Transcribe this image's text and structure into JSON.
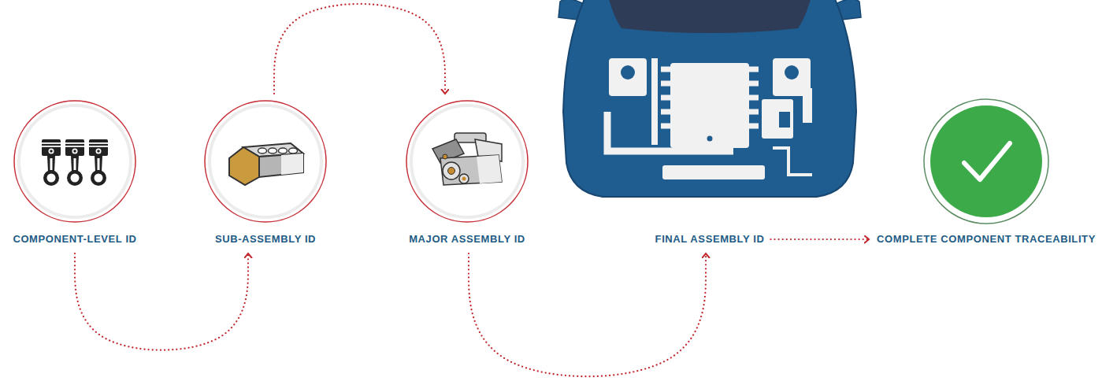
{
  "diagram": {
    "nodes": [
      {
        "text": [
          "COMPONENT-LEVEL ID"
        ]
      },
      {
        "text": [
          "SUB-ASSEMBLY ID"
        ]
      },
      {
        "text": [
          "MAJOR ASSEMBLY ID"
        ]
      },
      {
        "text": [
          "FINAL ASSEMBLY ID"
        ]
      },
      {
        "text": [
          "COMPLETE COMPONENT TRACEABILITY"
        ]
      }
    ],
    "edges": [
      {
        "from": 0,
        "to": 1,
        "arrow": "to"
      },
      {
        "from": 1,
        "to": 2,
        "arrow": "to"
      },
      {
        "from": 2,
        "to": 3,
        "arrow": "to"
      },
      {
        "from": 3,
        "to": 4,
        "arrow": "to"
      }
    ]
  }
}
